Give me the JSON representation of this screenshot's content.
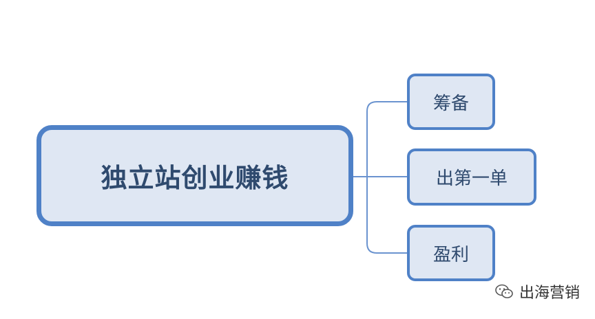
{
  "root": {
    "label": "独立站创业赚钱"
  },
  "children": [
    {
      "label": "筹备"
    },
    {
      "label": "出第一单"
    },
    {
      "label": "盈利"
    }
  ],
  "watermark": {
    "icon": "wechat-icon",
    "text": "出海营销"
  },
  "colors": {
    "border": "#4f81c7",
    "fill": "#dfe7f3",
    "connector": "#6a93cf",
    "text": "#2f4a6e"
  }
}
